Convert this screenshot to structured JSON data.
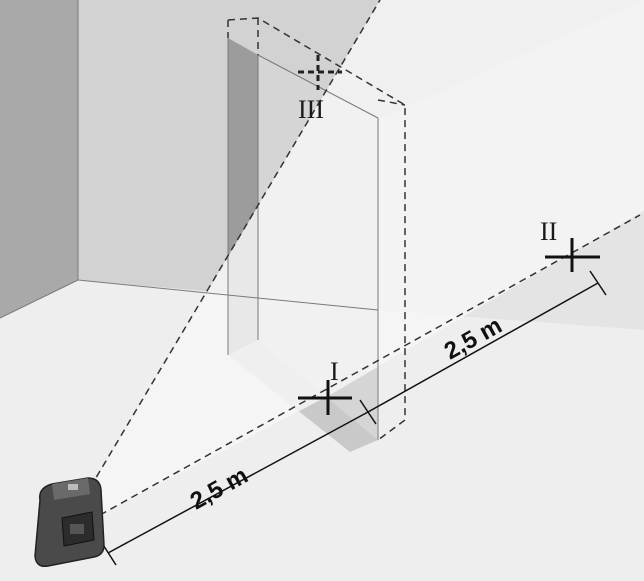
{
  "colors": {
    "background": "#ffffff",
    "wall_dark": "#a8a8a8",
    "wall_mid": "#c4c4c4",
    "wall_light": "#d9d9d9",
    "floor": "#ececec",
    "beam": "#f7f7f7",
    "stroke": "#1a1a1a",
    "device_body": "#4a4a4a",
    "device_dark": "#2c2c2c"
  },
  "labels": {
    "point_1": "I",
    "point_2": "II",
    "point_3": "III",
    "distance_1": "2,5 m",
    "distance_2": "2,5 m"
  },
  "icons": {
    "device": "line-laser-level-icon",
    "cross_mark": "laser-cross-icon"
  }
}
